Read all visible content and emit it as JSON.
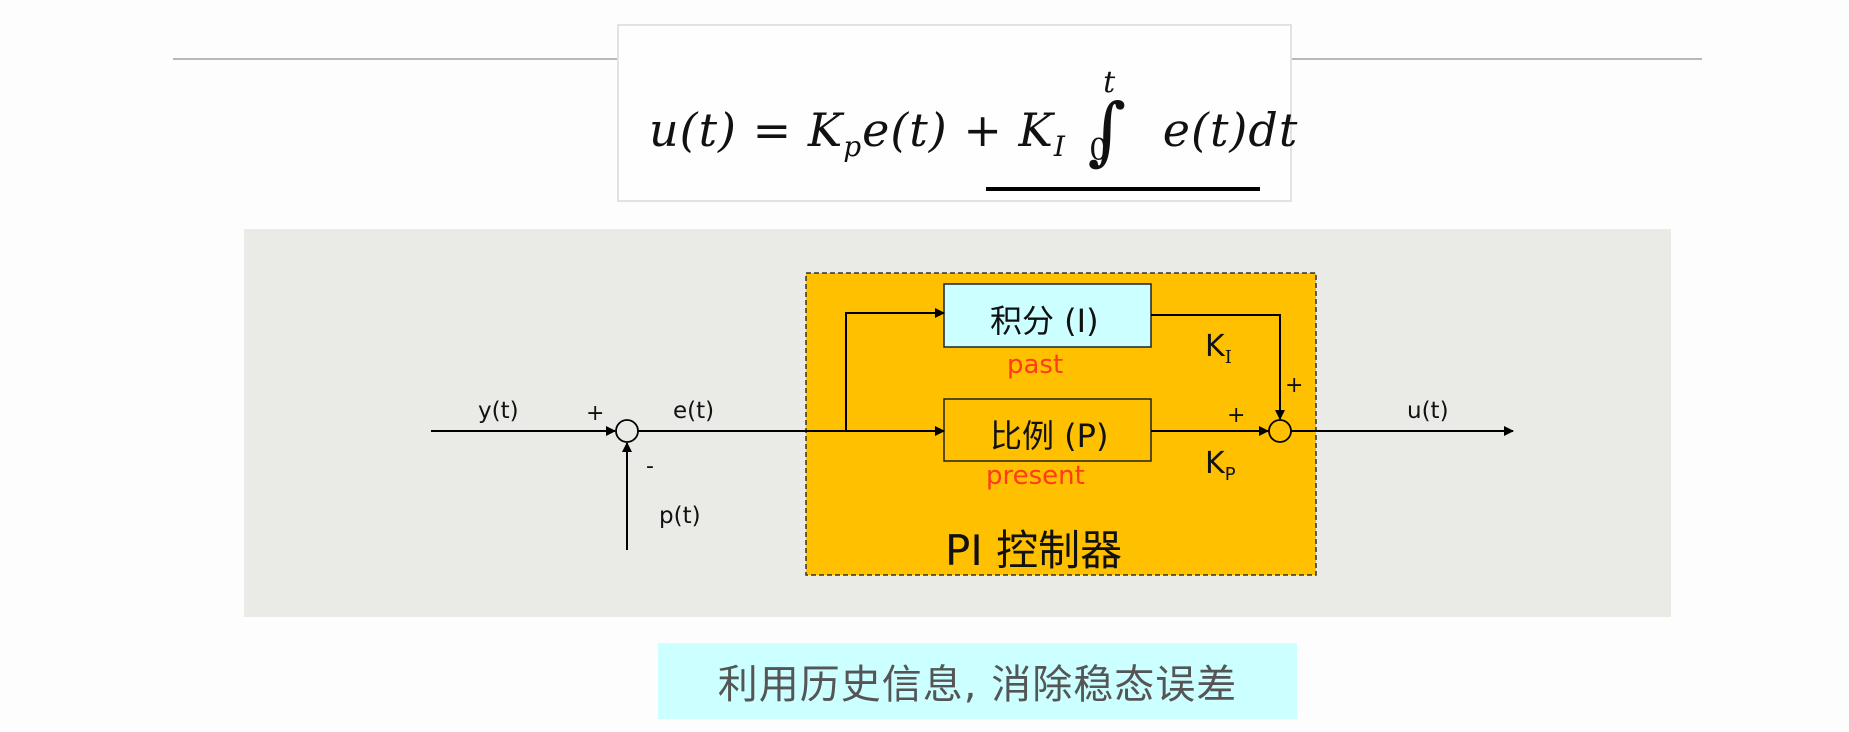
{
  "formula": {
    "lhs": "u(t)",
    "equals": "=",
    "term1_coef": "K",
    "term1_sub": "p",
    "term1_fn": "e(t)",
    "plus": "+",
    "term2_coef": "K",
    "term2_sub": "I",
    "integral": "∫",
    "upper_limit": "t",
    "lower_limit": "0",
    "integrand": "e(t)dt",
    "underlined_part": "K_I ∫_0^t e(t)dt"
  },
  "diagram": {
    "input_signal": "y(t)",
    "input_sign": "+",
    "feedback_signal": "p(t)",
    "feedback_sign": "-",
    "error_signal": "e(t)",
    "integral_block": "积分 (I)",
    "integral_note": "past",
    "proportional_block": "比例 (P)",
    "proportional_note": "present",
    "integral_gain": "K",
    "integral_gain_sub": "I",
    "proportional_gain": "K",
    "proportional_gain_sub": "P",
    "integral_sum_sign": "+",
    "proportional_sum_sign": "+",
    "controller_label": "PI 控制器",
    "output_signal": "u(t)",
    "colors": {
      "panel": "#eaeae6",
      "controller_fill": "#ffc000",
      "integral_block_fill": "#ccffff",
      "note_color": "#ff3b1a"
    }
  },
  "caption": "利用历史信息, 消除稳态误差"
}
